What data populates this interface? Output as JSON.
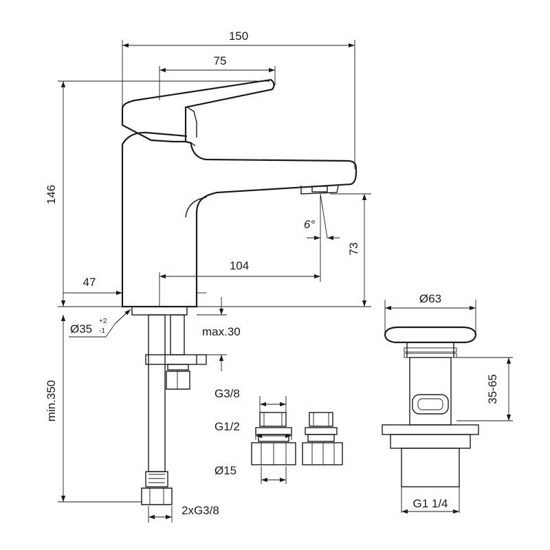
{
  "drawing": {
    "colors": {
      "line": "#1a1a1a",
      "background": "#ffffff"
    },
    "dimensions": {
      "total_width": "150",
      "handle_width": "75",
      "total_height": "146",
      "base_offset": "47",
      "spout_reach": "104",
      "spout_height": "73",
      "spray_angle": "6°",
      "base_diameter": "Ø35",
      "base_tolerance_plus": "+2",
      "base_tolerance_minus": "-1",
      "max_deck_thickness": "max.30",
      "hose_length": "min.350",
      "hose_thread": "2xG3/8",
      "thread_g38": "G3/8",
      "thread_g12": "G1/2",
      "pipe_d15": "Ø15",
      "waste_diameter": "Ø63",
      "waste_range": "35-65",
      "waste_thread": "G1 1/4"
    }
  }
}
